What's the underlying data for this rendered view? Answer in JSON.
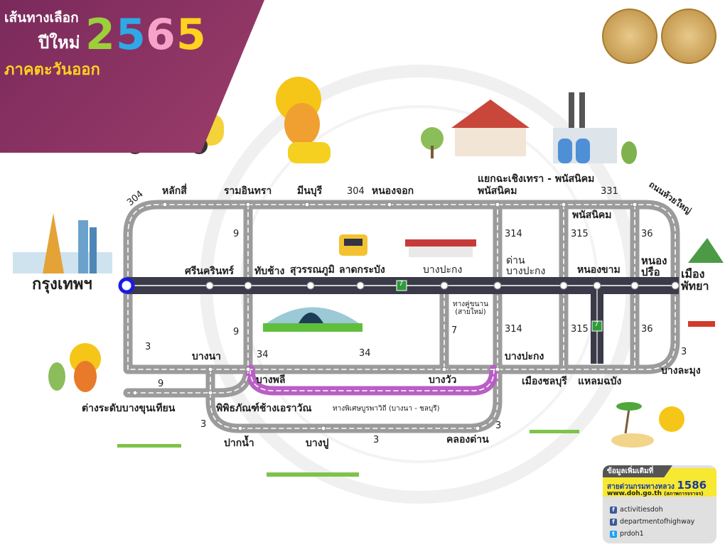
{
  "header": {
    "title_line1": "เส้นทางเลือก",
    "title_line2": "ปีใหม่",
    "title_region": "ภาคตะวันออก",
    "year_digits": [
      "2",
      "5",
      "6",
      "5"
    ],
    "year_colors": [
      "#9ccf3a",
      "#2fa8e8",
      "#f5a3c8",
      "#ffd21f"
    ]
  },
  "map": {
    "origin": "กรุงเทพฯ",
    "destination": "เมือง พัทยา",
    "top_road": [
      "หลักสี่",
      "รามอินทรา",
      "มีนบุรี",
      "หนองจอก"
    ],
    "junction_top": "แยกฉะเชิงเทรา - พนัสนิคม",
    "junction_top2": "พนัสนิคม",
    "phanat": "พนัสนิคม",
    "curve_road": "ถนนห้วยใหญ่",
    "motorway_stops": [
      "ศรีนครินทร์",
      "ทับช้าง",
      "สุวรรณภูมิ",
      "ลาดกระบัง",
      "บางปะกง"
    ],
    "dan_bangpakong": "ด่าน บางปะกง",
    "nongkham": "หนองขาม",
    "nongprue": "หนอง ปรือ",
    "parallel_road": "ทางคู่ขนาน (สายใหม่)",
    "bottom_road": [
      "บางนา",
      "บางพลี",
      "บางวัว",
      "บางปะกง",
      "เมืองชลบุรี",
      "แหลมฉบัง",
      "บางละมุง"
    ],
    "bangkhuntien": "ต่างระดับบางขุนเทียน",
    "erawan": "พิพิธภัณฑ์ช้างเอราวัณ",
    "burapha": "ทางพิเศษบูรพาวิถี (บางนา - ชลบุรี)",
    "coast_road": [
      "ปากน้ำ",
      "บางปู",
      "คลองด่าน"
    ],
    "route_numbers": {
      "r304a": "304",
      "r304b": "304",
      "r331": "331",
      "r9a": "9",
      "r9b": "9",
      "r9c": "9",
      "r314a": "314",
      "r314b": "314",
      "r315a": "315",
      "r315b": "315",
      "r36a": "36",
      "r36b": "36",
      "r3a": "3",
      "r3b": "3",
      "r3c": "3",
      "r3d": "3",
      "r3e": "3",
      "r34a": "34",
      "r34b": "34",
      "r7": "7"
    },
    "motorway_badge": "7",
    "colors": {
      "road": "#9b9b9b",
      "motorway": "#3b3a48",
      "expressway": "#b95fc4",
      "origin": "#1a1ae6"
    }
  },
  "info": {
    "header": "ข้อมูลเพิ่มเติมที่",
    "hotline_label": "สายด่วนกรมทางหลวง",
    "hotline_number": "1586",
    "website": "www.doh.go.th",
    "website_note": "(สภาพการจราจร)",
    "social": [
      {
        "icon": "facebook-icon",
        "label": "activitiesdoh"
      },
      {
        "icon": "facebook-icon",
        "label": "departmentofhighway"
      },
      {
        "icon": "twitter-icon",
        "label": "prdoh1"
      }
    ]
  }
}
